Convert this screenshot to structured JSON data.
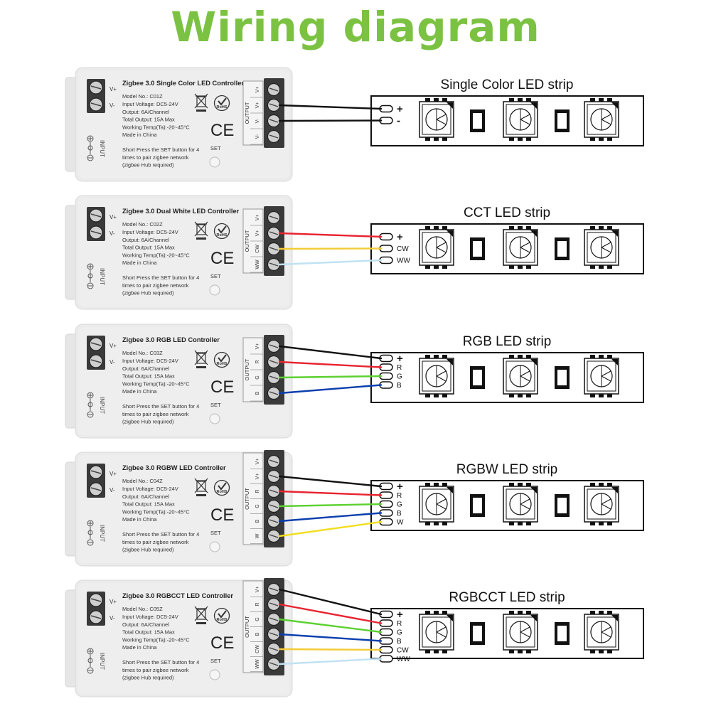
{
  "title": "Wiring diagram",
  "wire_colors": {
    "+": "#111111",
    "-": "#111111",
    "R": "#e8232f",
    "G": "#5bd12f",
    "B": "#0a3fae",
    "W": "#f2de1f",
    "CW": "#f3cb35",
    "WW": "#bfe2f3"
  },
  "controller_common": {
    "input_vplus": "V+",
    "input_vminus": "V-",
    "input_label": "INPUT",
    "output_label": "OUTPUT",
    "set_label": "SET",
    "spec_lines": [
      "Input Voltage: DC5-24V",
      "Output: 6A/Channel",
      "Total Output: 15A Max",
      "Working Temp(Ta):-20~45°C",
      "Made in China"
    ],
    "instruction_lines": [
      "Short Press the SET button for 4",
      "times to pair zigbee network",
      "(zigbee Hub required)"
    ],
    "rohs_label": "RoHS",
    "ce_label": "CE"
  },
  "rows": [
    {
      "controller_title": "Zigbee 3.0 Single Color LED Controller",
      "model": "Model No.: C01Z",
      "output_terminals": [
        "V+",
        "V+",
        "V-",
        "V-"
      ],
      "strip_title": "Single Color LED strip",
      "strip_pads": [
        "+",
        "-"
      ],
      "wires": [
        {
          "from": 1,
          "pad": 0,
          "color": "+"
        },
        {
          "from": 2,
          "pad": 1,
          "color": "-"
        }
      ]
    },
    {
      "controller_title": "Zigbee 3.0 Dual White LED Controller",
      "model": "Model No.: C02Z",
      "output_terminals": [
        "V+",
        "V+",
        "CW",
        "WW"
      ],
      "strip_title": "CCT LED strip",
      "strip_pads": [
        "+",
        "CW",
        "WW"
      ],
      "wires": [
        {
          "from": 1,
          "pad": 0,
          "color": "R"
        },
        {
          "from": 2,
          "pad": 1,
          "color": "CW"
        },
        {
          "from": 3,
          "pad": 2,
          "color": "WW"
        }
      ]
    },
    {
      "controller_title": "Zigbee 3.0 RGB LED Controller",
      "model": "Model No.: C03Z",
      "output_terminals": [
        "V+",
        "R",
        "G",
        "B"
      ],
      "strip_title": "RGB LED strip",
      "strip_pads": [
        "+",
        "R",
        "G",
        "B"
      ],
      "wires": [
        {
          "from": 0,
          "pad": 0,
          "color": "+"
        },
        {
          "from": 1,
          "pad": 1,
          "color": "R"
        },
        {
          "from": 2,
          "pad": 2,
          "color": "G"
        },
        {
          "from": 3,
          "pad": 3,
          "color": "B"
        }
      ]
    },
    {
      "controller_title": "Zigbee 3.0 RGBW LED Controller",
      "model": "Model No.: C04Z",
      "output_terminals": [
        "V+",
        "V+",
        "R",
        "G",
        "B",
        "W"
      ],
      "strip_title": "RGBW LED strip",
      "strip_pads": [
        "+",
        "R",
        "G",
        "B",
        "W"
      ],
      "wires": [
        {
          "from": 1,
          "pad": 0,
          "color": "+"
        },
        {
          "from": 2,
          "pad": 1,
          "color": "R"
        },
        {
          "from": 3,
          "pad": 2,
          "color": "G"
        },
        {
          "from": 4,
          "pad": 3,
          "color": "B"
        },
        {
          "from": 5,
          "pad": 4,
          "color": "W"
        }
      ]
    },
    {
      "controller_title": "Zigbee 3.0 RGBCCT LED Controller",
      "model": "Model No.: C05Z",
      "output_terminals": [
        "V+",
        "R",
        "G",
        "B",
        "CW",
        "WW"
      ],
      "strip_title": "RGBCCT LED strip",
      "strip_pads": [
        "+",
        "R",
        "G",
        "B",
        "CW",
        "WW"
      ],
      "wires": [
        {
          "from": 0,
          "pad": 0,
          "color": "+"
        },
        {
          "from": 1,
          "pad": 1,
          "color": "R"
        },
        {
          "from": 2,
          "pad": 2,
          "color": "G"
        },
        {
          "from": 3,
          "pad": 3,
          "color": "B"
        },
        {
          "from": 4,
          "pad": 4,
          "color": "CW"
        },
        {
          "from": 5,
          "pad": 5,
          "color": "WW"
        }
      ]
    }
  ]
}
